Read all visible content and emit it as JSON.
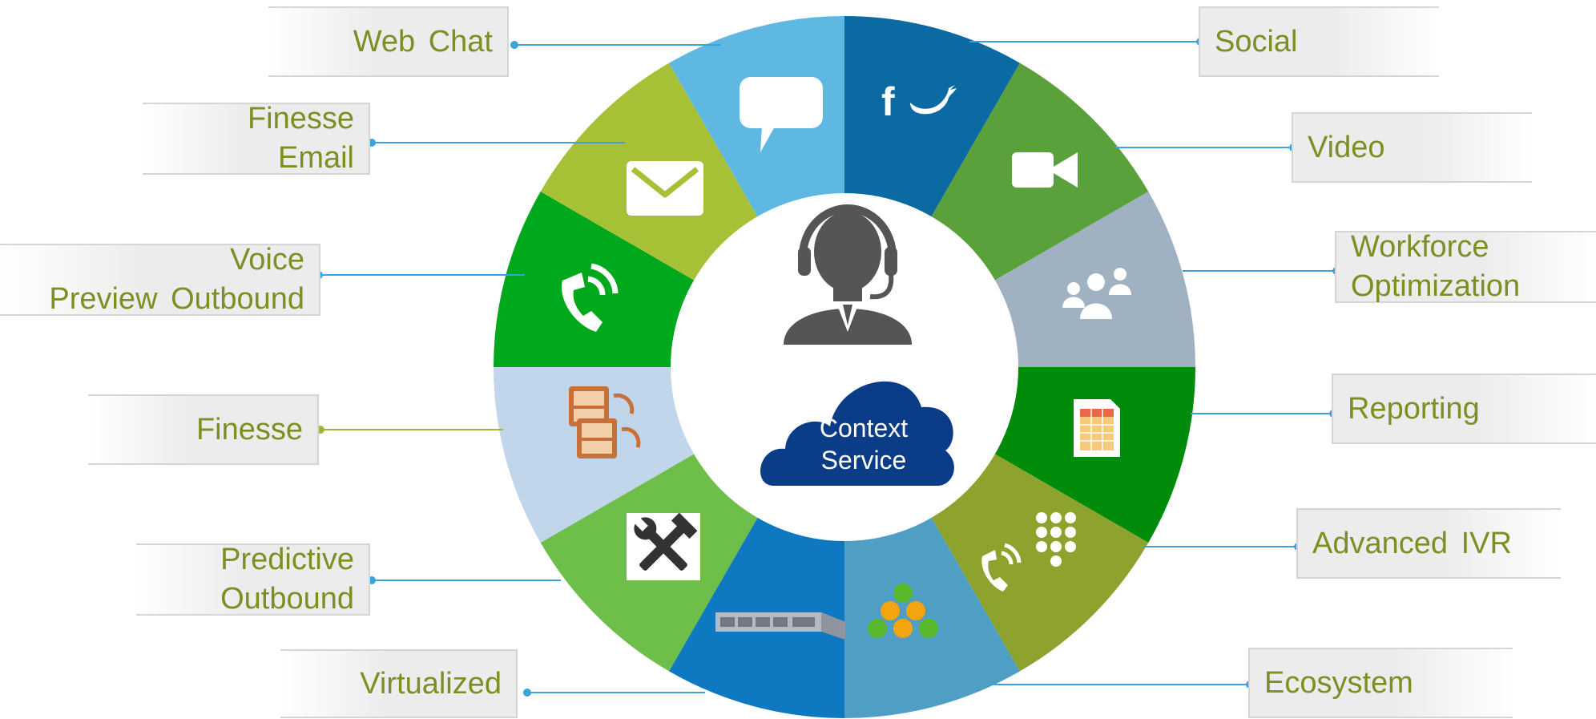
{
  "diagram": {
    "segments": [
      {
        "key": "social",
        "label": "Social",
        "color": "#0a6aa1",
        "icon": "facebook-twitter-icon"
      },
      {
        "key": "video",
        "label": "Video",
        "color": "#5aa13c",
        "icon": "video-camera-icon"
      },
      {
        "key": "workforce",
        "label": "Workforce Optimization",
        "color": "#a0b1c2",
        "icon": "people-group-icon"
      },
      {
        "key": "reporting",
        "label": "Reporting",
        "color": "#008c0a",
        "icon": "spreadsheet-report-icon"
      },
      {
        "key": "advanced-ivr",
        "label": "Advanced IVR",
        "color": "#8da32d",
        "icon": "phone-keypad-icon"
      },
      {
        "key": "ecosystem",
        "label": "Ecosystem",
        "color": "#4f9ec4",
        "icon": "molecule-spheres-icon"
      },
      {
        "key": "virtualized",
        "label": "Virtualized",
        "color": "#0e78c1",
        "icon": "rack-server-icon"
      },
      {
        "key": "predictive",
        "label": "Predictive Outbound",
        "color": "#6ebe4a",
        "icon": "tools-wrench-icon"
      },
      {
        "key": "finesse",
        "label": "Finesse",
        "color": "#c1d5eb",
        "icon": "finesse-desktop-icon"
      },
      {
        "key": "voice",
        "label": "Voice Preview Outbound",
        "color": "#00a81b",
        "icon": "phone-waves-icon"
      },
      {
        "key": "email",
        "label": "Finesse Email",
        "color": "#a7c136",
        "icon": "envelope-icon"
      },
      {
        "key": "webchat",
        "label": "Web Chat",
        "color": "#5fb8e2",
        "icon": "chat-bubble-icon"
      }
    ],
    "labels": {
      "web_chat": [
        "Web Chat"
      ],
      "finesse_email": [
        "Finesse",
        "Email"
      ],
      "voice_preview": [
        "Voice",
        "Preview Outbound"
      ],
      "finesse": [
        "Finesse"
      ],
      "predictive": [
        "Predictive",
        "Outbound"
      ],
      "virtualized": [
        "Virtualized"
      ],
      "social": [
        "Social"
      ],
      "video": [
        "Video"
      ],
      "workforce": [
        "Workforce",
        "Optimization"
      ],
      "reporting": [
        "Reporting"
      ],
      "advanced_ivr": [
        "Advanced IVR"
      ],
      "ecosystem": [
        "Ecosystem"
      ]
    },
    "center": {
      "icon": "agent-headset-icon",
      "cloud_icon": "cloud-icon",
      "cloud_text": [
        "Context",
        "Service"
      ],
      "cloud_color": "#0b3c87"
    },
    "colors": {
      "label_text": "#7c8f22",
      "connector": "#3aa3dc",
      "connector_finesse": "#a2b73a",
      "agent": "#555555"
    }
  }
}
